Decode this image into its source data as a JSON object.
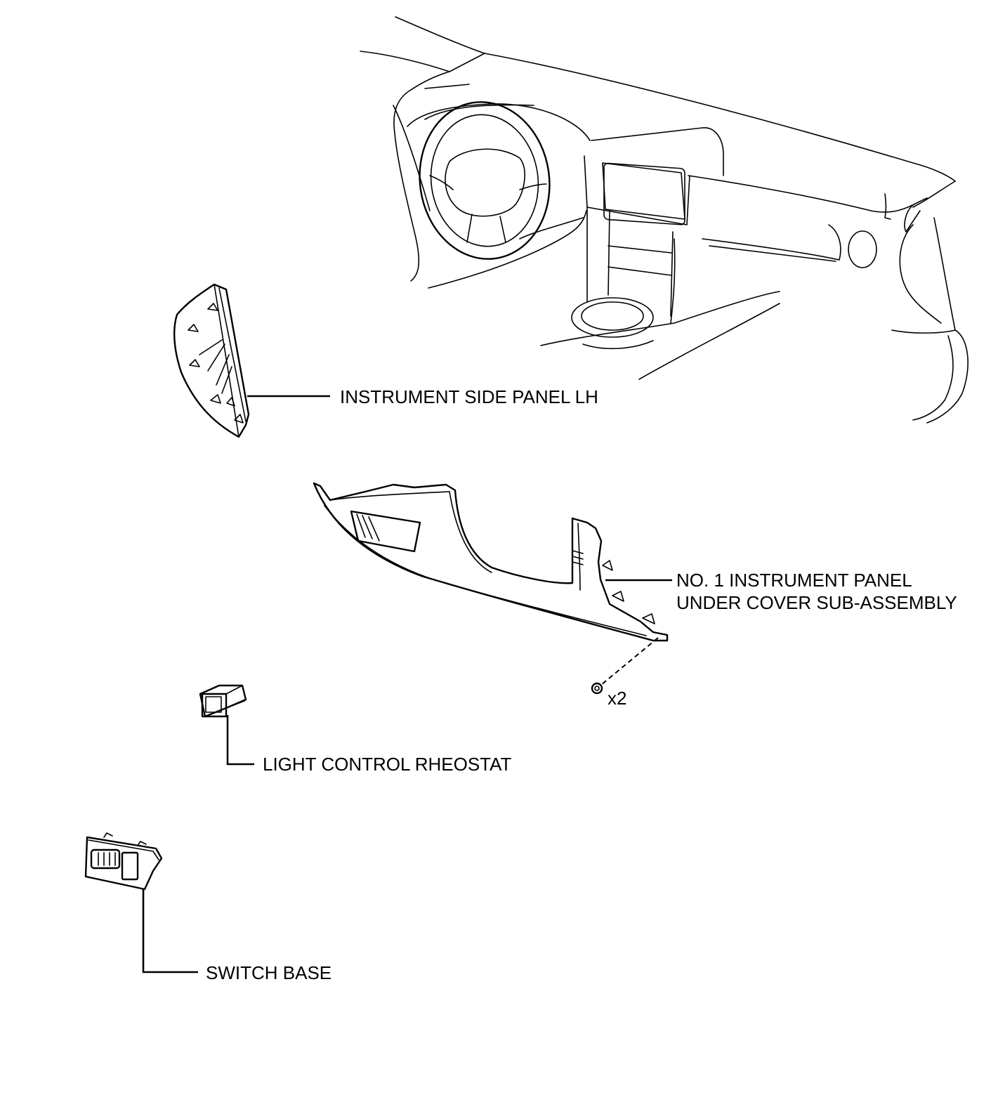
{
  "labels": {
    "side_panel": "INSTRUMENT SIDE PANEL LH",
    "under_cover_line1": "NO. 1 INSTRUMENT PANEL",
    "under_cover_line2": "UNDER COVER SUB-ASSEMBLY",
    "screw_qty": "x2",
    "rheostat": "LIGHT CONTROL RHEOSTAT",
    "switch_base": "SWITCH BASE"
  }
}
